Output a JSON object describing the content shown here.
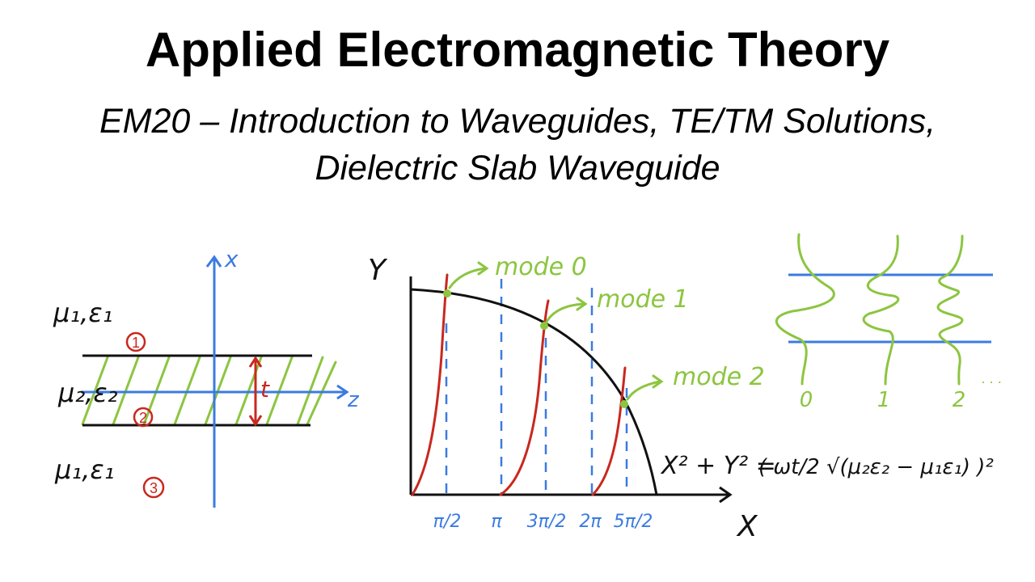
{
  "slide": {
    "title": "Applied Electromagnetic Theory",
    "subtitle_line1": "EM20 – Introduction to Waveguides, TE/TM Solutions,",
    "subtitle_line2": "Dielectric Slab Waveguide"
  },
  "colors": {
    "blue": "#3b7be0",
    "green": "#8cc540",
    "red": "#c8281e",
    "ink": "#111111"
  },
  "slab_diagram": {
    "axis_x_label": "x",
    "axis_z_label": "z",
    "region1_params": "μ₁,ε₁",
    "region2_params": "μ₂,ε₂",
    "region3_params": "μ₁,ε₁",
    "region1_number": "1",
    "region2_number": "2",
    "region3_number": "3",
    "thickness_label": "t"
  },
  "mode_chart": {
    "y_axis_label": "Y",
    "x_axis_label": "X",
    "tick_labels": [
      "π/2",
      "π",
      "3π/2",
      "2π",
      "5π/2"
    ],
    "mode_labels": [
      "mode 0",
      "mode 1",
      "mode 2"
    ],
    "equation_left": "X² + Y² =",
    "equation_right": "( ωt/2 √(μ₂ε₂ − μ₁ε₁) )²"
  },
  "mode_profiles": {
    "labels": [
      "0",
      "1",
      "2"
    ],
    "continuation": ". . ."
  }
}
